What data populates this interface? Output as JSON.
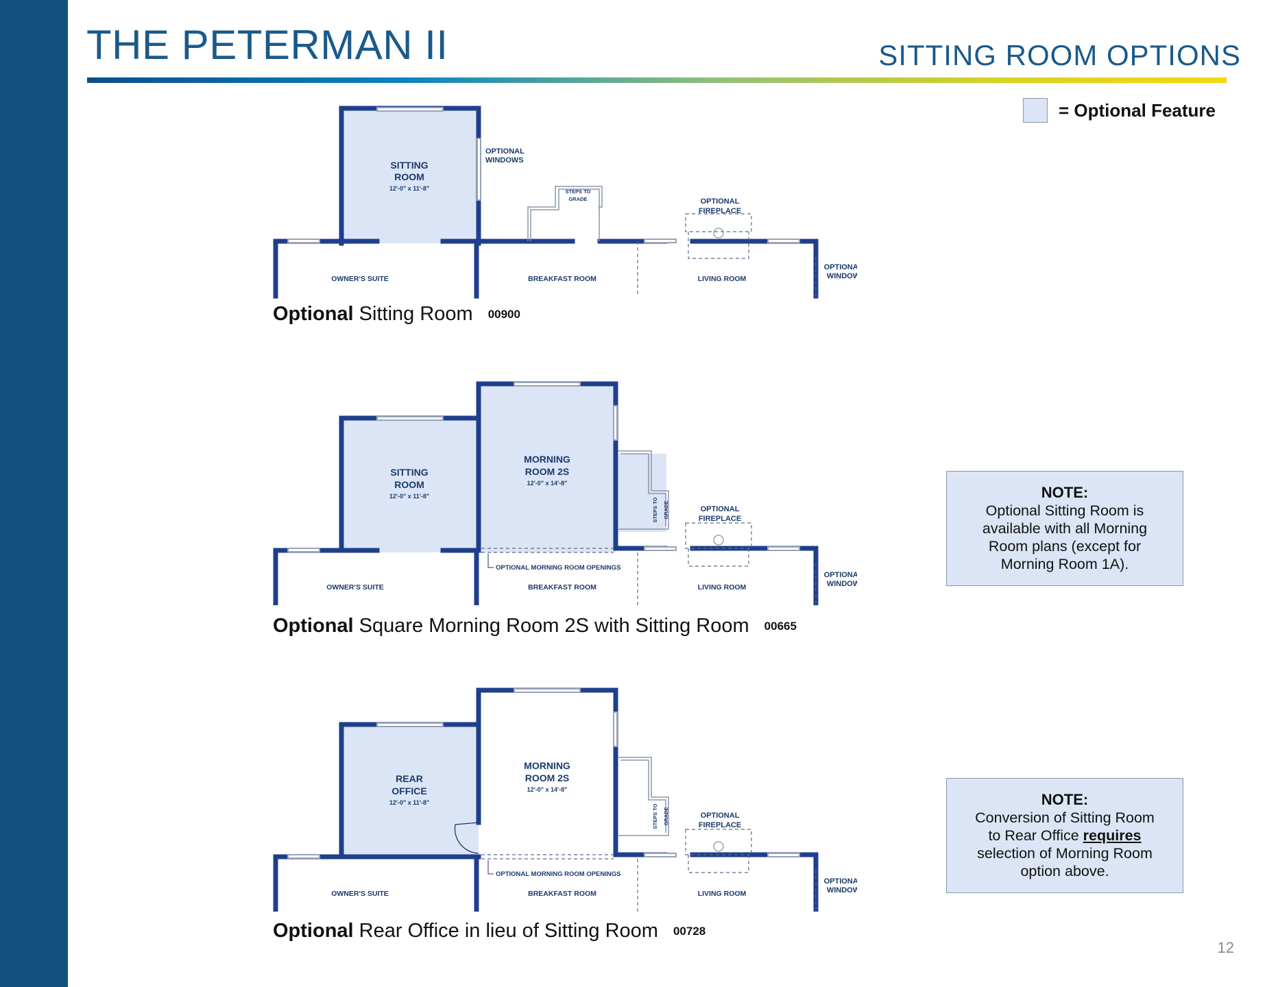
{
  "header": {
    "title": "THE PETERMAN II",
    "section": "SITTING  ROOM  OPTIONS"
  },
  "legend": {
    "text": "= Optional Feature"
  },
  "plans": [
    {
      "caption_bold": "Optional",
      "caption_rest": " Sitting Room",
      "code": "00900",
      "room_line1": "SITTING",
      "room_line2": "ROOM",
      "room_dims": "12'-0\" x 11'-8\"",
      "optional_windows_1": "OPTIONAL",
      "optional_windows_2": "WINDOWS",
      "steps_1": "STEPS TO",
      "steps_2": "GRADE",
      "fireplace_1": "OPTIONAL",
      "fireplace_2": "FIREPLACE",
      "window_1": "OPTIONAL",
      "window_2": "WINDOW",
      "owners_suite": "OWNER'S SUITE",
      "breakfast_room": "BREAKFAST ROOM",
      "living_room": "LIVING ROOM"
    },
    {
      "caption_bold": "Optional",
      "caption_rest": " Square Morning Room 2S with Sitting Room",
      "code": "00665",
      "room_line1": "SITTING",
      "room_line2": "ROOM",
      "room_dims": "12'-0\" x 11'-8\"",
      "morning_1": "MORNING",
      "morning_2": "ROOM 2S",
      "morning_dims": "12'-0\" x 14'-8\"",
      "steps_1": "STEPS TO",
      "steps_2": "GRADE",
      "fireplace_1": "OPTIONAL",
      "fireplace_2": "FIREPLACE",
      "openings": "OPTIONAL MORNING ROOM OPENINGS",
      "window_1": "OPTIONAL",
      "window_2": "WINDOW",
      "owners_suite": "OWNER'S SUITE",
      "breakfast_room": "BREAKFAST ROOM",
      "living_room": "LIVING ROOM"
    },
    {
      "caption_bold": "Optional",
      "caption_rest": " Rear Office in lieu of Sitting Room",
      "code": "00728",
      "room_line1": "REAR",
      "room_line2": "OFFICE",
      "room_dims": "12'-0\" x 11'-8\"",
      "morning_1": "MORNING",
      "morning_2": "ROOM 2S",
      "morning_dims": "12'-0\" x 14'-8\"",
      "steps_1": "STEPS TO",
      "steps_2": "GRADE",
      "fireplace_1": "OPTIONAL",
      "fireplace_2": "FIREPLACE",
      "openings": "OPTIONAL MORNING ROOM OPENINGS",
      "window_1": "OPTIONAL",
      "window_2": "WINDOW",
      "owners_suite": "OWNER'S SUITE",
      "breakfast_room": "BREAKFAST ROOM",
      "living_room": "LIVING ROOM"
    }
  ],
  "notes": [
    {
      "title": "NOTE:",
      "line1": "Optional Sitting Room is",
      "line2": "available with all Morning",
      "line3": "Room plans (except for",
      "line4": "Morning Room 1A)."
    },
    {
      "title": "NOTE:",
      "line1": "Conversion of Sitting Room",
      "line2_a": "to Rear Office ",
      "line2_b": "requires",
      "line3": "selection of Morning Room",
      "line4": "option above."
    }
  ],
  "page_number": "12",
  "colors": {
    "sidebar": "#134f7c",
    "title": "#1a5a8a",
    "wall": "#1f3f8c",
    "optional_fill": "#dbe5f5"
  }
}
